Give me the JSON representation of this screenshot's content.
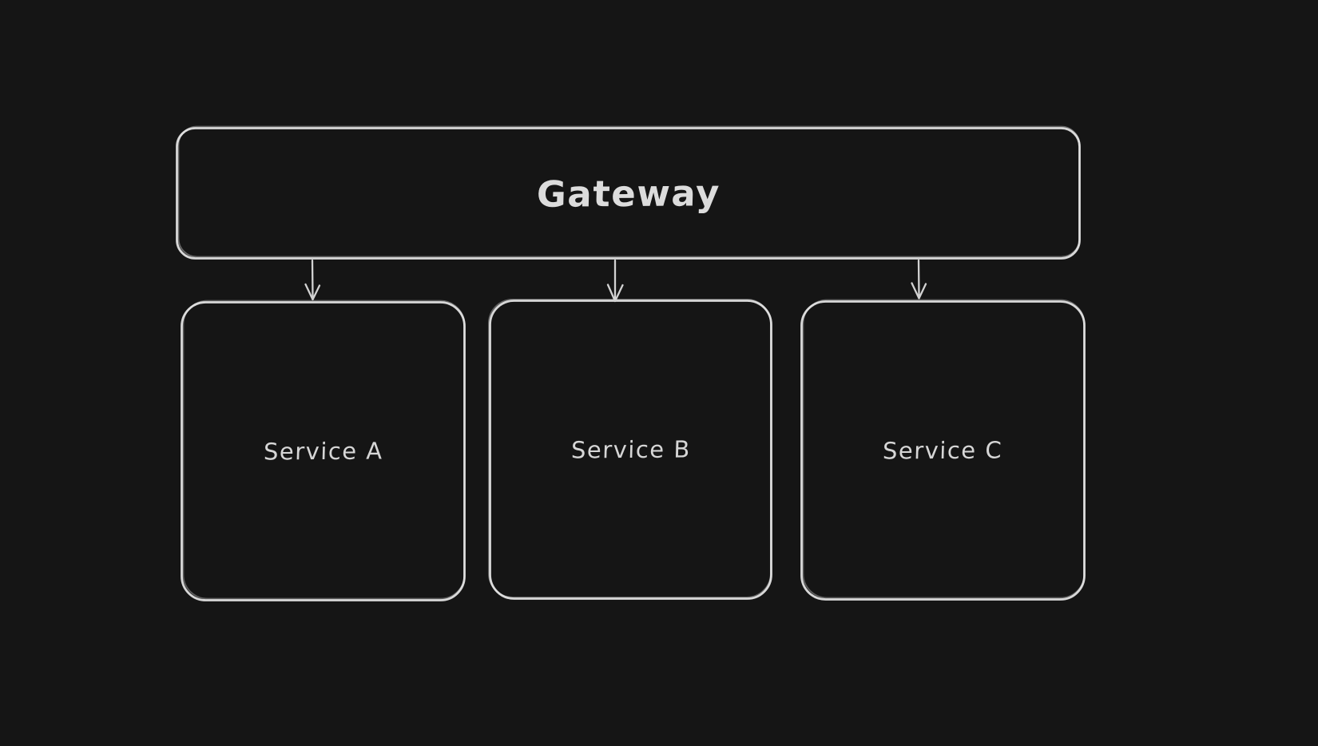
{
  "canvas": {
    "background_color": "#151515",
    "stroke_color": "#d8d8d8",
    "text_color": "#d9d9d9"
  },
  "diagram": {
    "nodes": [
      {
        "id": "gateway",
        "label": "Gateway"
      },
      {
        "id": "service-a",
        "label": "Service A"
      },
      {
        "id": "service-b",
        "label": "Service B"
      },
      {
        "id": "service-c",
        "label": "Service C"
      }
    ],
    "edges": [
      {
        "from": "gateway",
        "to": "service-a"
      },
      {
        "from": "gateway",
        "to": "service-b"
      },
      {
        "from": "gateway",
        "to": "service-c"
      }
    ]
  }
}
